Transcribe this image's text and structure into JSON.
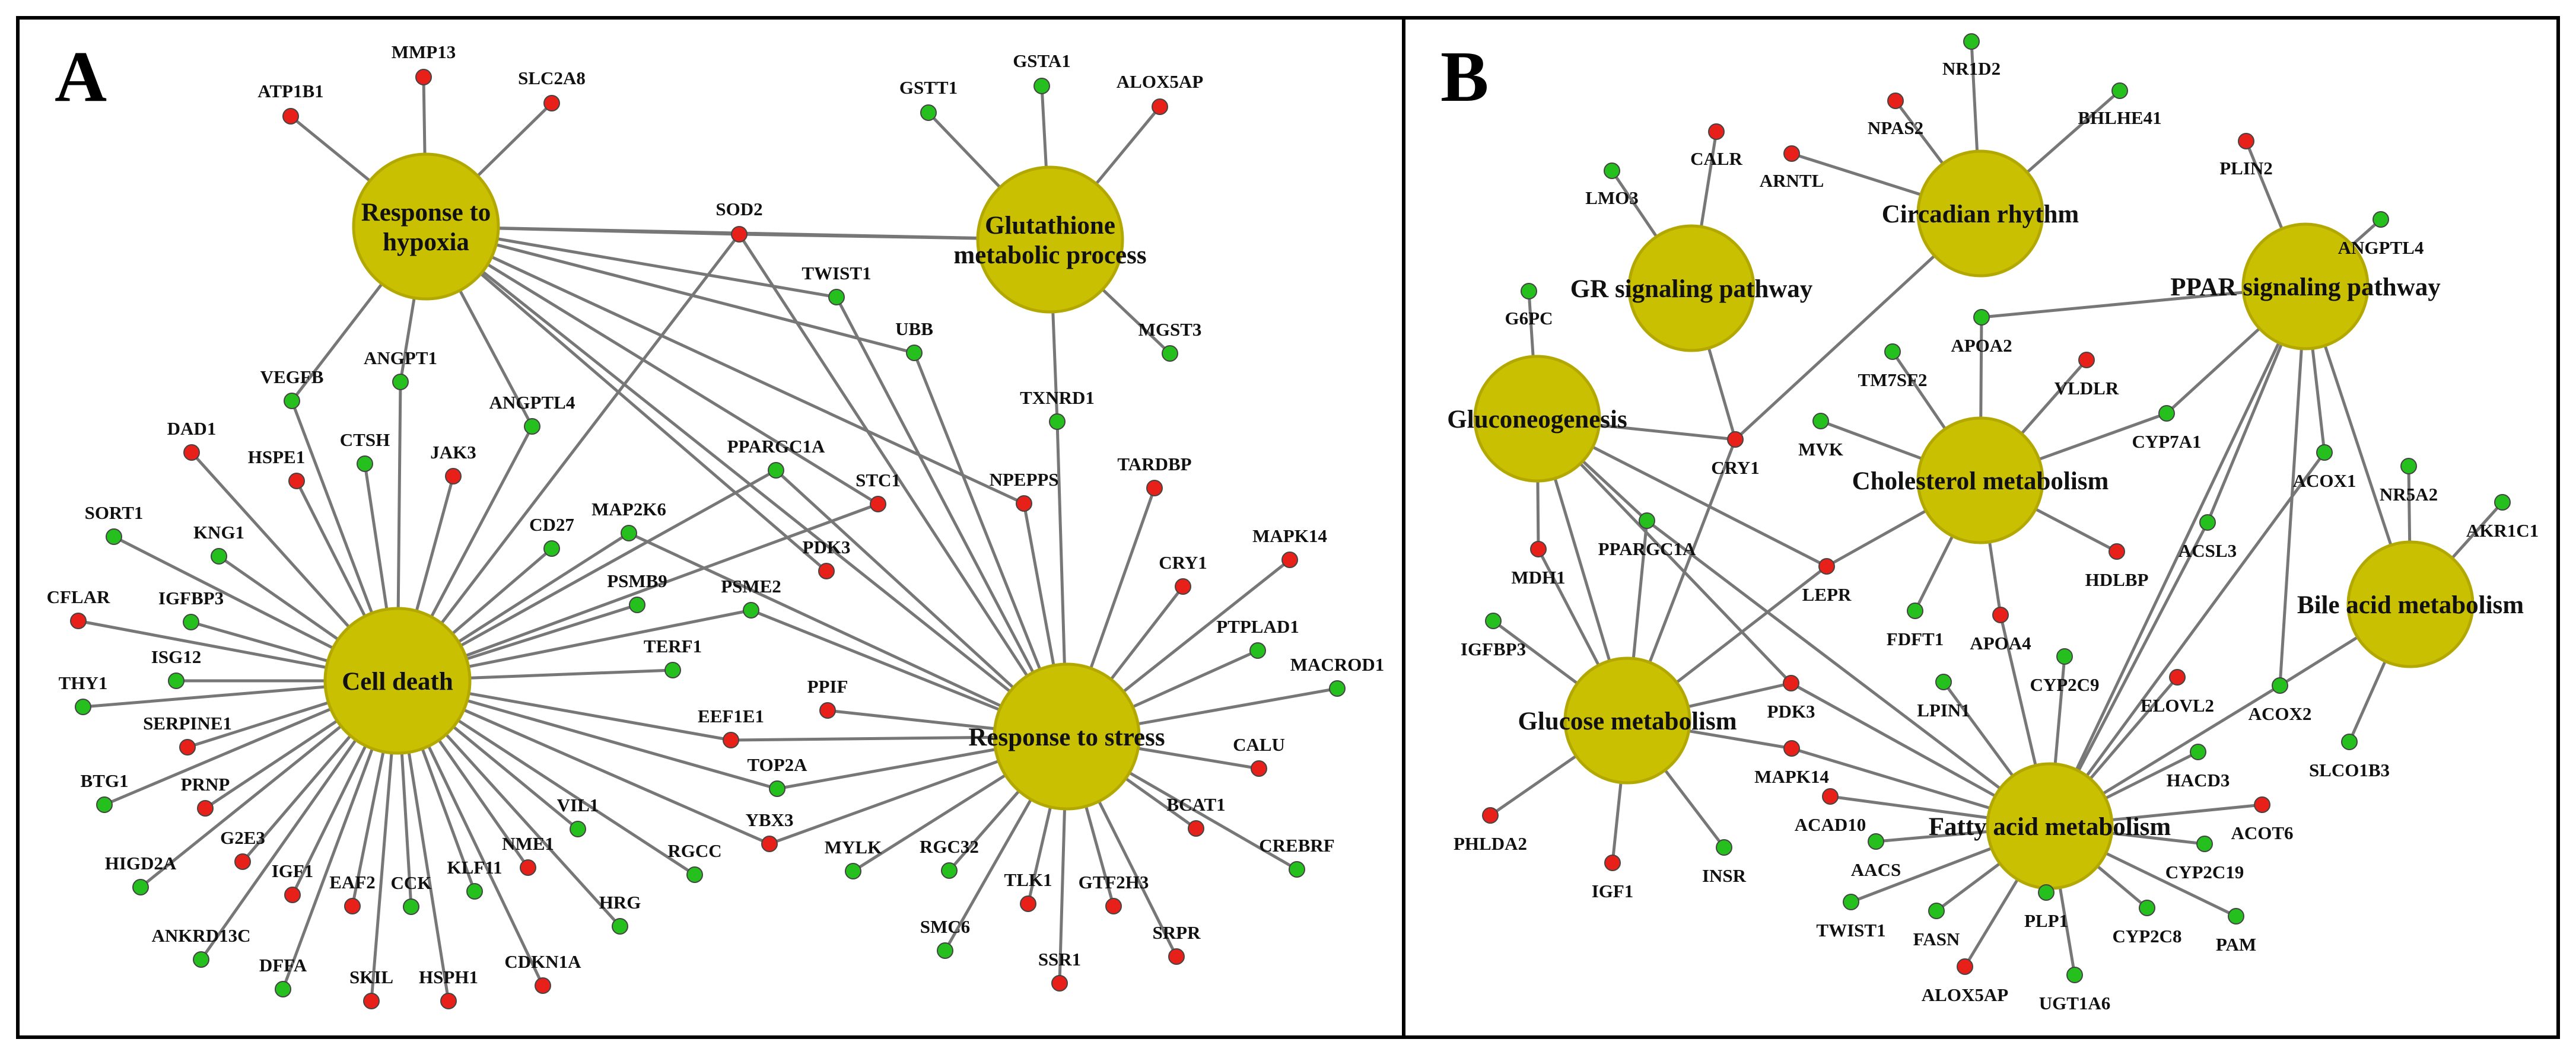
{
  "colors": {
    "hub_fill": "#c8c000",
    "up": "#e8201a",
    "down": "#25c01e"
  },
  "panels": [
    {
      "letter": "A",
      "hubs": [
        {
          "id": "hypoxia",
          "lines": [
            "Response to",
            "hypoxia"
          ]
        },
        {
          "id": "glut",
          "lines": [
            "Glutathione",
            "metabolic process"
          ]
        },
        {
          "id": "death",
          "lines": [
            "Cell death"
          ]
        },
        {
          "id": "stress",
          "lines": [
            "Response to stress"
          ]
        }
      ],
      "genes": [
        {
          "name": "MMP13",
          "reg": "up"
        },
        {
          "name": "ATP1B1",
          "reg": "up"
        },
        {
          "name": "SLC2A8",
          "reg": "up"
        },
        {
          "name": "GSTT1",
          "reg": "down"
        },
        {
          "name": "GSTA1",
          "reg": "down"
        },
        {
          "name": "ALOX5AP",
          "reg": "up"
        },
        {
          "name": "MGST3",
          "reg": "down"
        },
        {
          "name": "SOD2",
          "reg": "up"
        },
        {
          "name": "TWIST1",
          "reg": "down"
        },
        {
          "name": "UBB",
          "reg": "down"
        },
        {
          "name": "TXNRD1",
          "reg": "down"
        },
        {
          "name": "ANGPT1",
          "reg": "down"
        },
        {
          "name": "VEGFB",
          "reg": "down"
        },
        {
          "name": "ANGPTL4",
          "reg": "down"
        },
        {
          "name": "DAD1",
          "reg": "up"
        },
        {
          "name": "CTSH",
          "reg": "down"
        },
        {
          "name": "JAK3",
          "reg": "up"
        },
        {
          "name": "HSPE1",
          "reg": "up"
        },
        {
          "name": "PPARGC1A",
          "reg": "down"
        },
        {
          "name": "TARDBP",
          "reg": "up"
        },
        {
          "name": "NPEPPS",
          "reg": "up"
        },
        {
          "name": "STC1",
          "reg": "up"
        },
        {
          "name": "MAPK14",
          "reg": "up"
        },
        {
          "name": "SORT1",
          "reg": "down"
        },
        {
          "name": "KNG1",
          "reg": "down"
        },
        {
          "name": "CD27",
          "reg": "down"
        },
        {
          "name": "MAP2K6",
          "reg": "down"
        },
        {
          "name": "PDK3",
          "reg": "up"
        },
        {
          "name": "CRY1",
          "reg": "up"
        },
        {
          "name": "CFLAR",
          "reg": "up"
        },
        {
          "name": "IGFBP3",
          "reg": "down"
        },
        {
          "name": "PSMB9",
          "reg": "down"
        },
        {
          "name": "PSME2",
          "reg": "down"
        },
        {
          "name": "PTPLAD1",
          "reg": "down"
        },
        {
          "name": "ISG12",
          "reg": "down"
        },
        {
          "name": "THY1",
          "reg": "down"
        },
        {
          "name": "TERF1",
          "reg": "down"
        },
        {
          "name": "MACROD1",
          "reg": "down"
        },
        {
          "name": "SERPINE1",
          "reg": "up"
        },
        {
          "name": "PPIF",
          "reg": "up"
        },
        {
          "name": "EEF1E1",
          "reg": "up"
        },
        {
          "name": "CALU",
          "reg": "up"
        },
        {
          "name": "BTG1",
          "reg": "down"
        },
        {
          "name": "PRNP",
          "reg": "up"
        },
        {
          "name": "TOP2A",
          "reg": "down"
        },
        {
          "name": "G2E3",
          "reg": "up"
        },
        {
          "name": "VIL1",
          "reg": "down"
        },
        {
          "name": "YBX3",
          "reg": "up"
        },
        {
          "name": "BCAT1",
          "reg": "up"
        },
        {
          "name": "CREBRF",
          "reg": "down"
        },
        {
          "name": "HIGD2A",
          "reg": "down"
        },
        {
          "name": "IGF1",
          "reg": "up"
        },
        {
          "name": "NME1",
          "reg": "up"
        },
        {
          "name": "RGCC",
          "reg": "down"
        },
        {
          "name": "EAF2",
          "reg": "up"
        },
        {
          "name": "CCK",
          "reg": "down"
        },
        {
          "name": "KLF11",
          "reg": "down"
        },
        {
          "name": "MYLK",
          "reg": "down"
        },
        {
          "name": "RGC32",
          "reg": "down"
        },
        {
          "name": "TLK1",
          "reg": "up"
        },
        {
          "name": "GTF2H3",
          "reg": "up"
        },
        {
          "name": "ANKRD13C",
          "reg": "down"
        },
        {
          "name": "HRG",
          "reg": "down"
        },
        {
          "name": "SRPR",
          "reg": "up"
        },
        {
          "name": "DFFA",
          "reg": "down"
        },
        {
          "name": "SKIL",
          "reg": "up"
        },
        {
          "name": "HSPH1",
          "reg": "up"
        },
        {
          "name": "CDKN1A",
          "reg": "up"
        },
        {
          "name": "SMC6",
          "reg": "down"
        },
        {
          "name": "SSR1",
          "reg": "up"
        }
      ]
    },
    {
      "letter": "B",
      "hubs": [
        {
          "id": "circ",
          "lines": [
            "Circadian rhythm"
          ]
        },
        {
          "id": "gr",
          "lines": [
            "GR signaling pathway"
          ]
        },
        {
          "id": "ppar",
          "lines": [
            "PPAR signaling pathway"
          ]
        },
        {
          "id": "gng",
          "lines": [
            "Gluconeogenesis"
          ]
        },
        {
          "id": "chol",
          "lines": [
            "Cholesterol metabolism"
          ]
        },
        {
          "id": "bile",
          "lines": [
            "Bile acid metabolism"
          ]
        },
        {
          "id": "gluc",
          "lines": [
            "Glucose metabolism"
          ]
        },
        {
          "id": "fatty",
          "lines": [
            "Fatty acid metabolism"
          ]
        }
      ],
      "genes": [
        {
          "name": "NR1D2",
          "reg": "down"
        },
        {
          "name": "NPAS2",
          "reg": "up"
        },
        {
          "name": "BHLHE41",
          "reg": "down"
        },
        {
          "name": "CALR",
          "reg": "up"
        },
        {
          "name": "ARNTL",
          "reg": "up"
        },
        {
          "name": "PLIN2",
          "reg": "up"
        },
        {
          "name": "LMO3",
          "reg": "down"
        },
        {
          "name": "ANGPTL4",
          "reg": "down"
        },
        {
          "name": "G6PC",
          "reg": "down"
        },
        {
          "name": "APOA2",
          "reg": "down"
        },
        {
          "name": "TM7SF2",
          "reg": "down"
        },
        {
          "name": "VLDLR",
          "reg": "up"
        },
        {
          "name": "MVK",
          "reg": "down"
        },
        {
          "name": "CRY1",
          "reg": "up"
        },
        {
          "name": "CYP7A1",
          "reg": "down"
        },
        {
          "name": "ACOX1",
          "reg": "down"
        },
        {
          "name": "NR5A2",
          "reg": "down"
        },
        {
          "name": "AKR1C1",
          "reg": "down"
        },
        {
          "name": "PPARGC1A",
          "reg": "down"
        },
        {
          "name": "MDH1",
          "reg": "up"
        },
        {
          "name": "LEPR",
          "reg": "up"
        },
        {
          "name": "HDLBP",
          "reg": "up"
        },
        {
          "name": "ACSL3",
          "reg": "down"
        },
        {
          "name": "FDFT1",
          "reg": "down"
        },
        {
          "name": "APOA4",
          "reg": "up"
        },
        {
          "name": "IGFBP3",
          "reg": "down"
        },
        {
          "name": "CYP2C9",
          "reg": "down"
        },
        {
          "name": "LPIN1",
          "reg": "down"
        },
        {
          "name": "ELOVL2",
          "reg": "up"
        },
        {
          "name": "PDK3",
          "reg": "up"
        },
        {
          "name": "ACOX2",
          "reg": "down"
        },
        {
          "name": "SLCO1B3",
          "reg": "down"
        },
        {
          "name": "HACD3",
          "reg": "down"
        },
        {
          "name": "MAPK14",
          "reg": "up"
        },
        {
          "name": "ACAD10",
          "reg": "up"
        },
        {
          "name": "ACOT6",
          "reg": "up"
        },
        {
          "name": "AACS",
          "reg": "down"
        },
        {
          "name": "CYP2C19",
          "reg": "down"
        },
        {
          "name": "PHLDA2",
          "reg": "up"
        },
        {
          "name": "IGF1",
          "reg": "up"
        },
        {
          "name": "INSR",
          "reg": "down"
        },
        {
          "name": "TWIST1",
          "reg": "down"
        },
        {
          "name": "FASN",
          "reg": "down"
        },
        {
          "name": "PLP1",
          "reg": "down"
        },
        {
          "name": "CYP2C8",
          "reg": "down"
        },
        {
          "name": "PAM",
          "reg": "down"
        },
        {
          "name": "ALOX5AP",
          "reg": "up"
        },
        {
          "name": "UGT1A6",
          "reg": "down"
        }
      ]
    }
  ],
  "edges": [
    [
      "hypoxia",
      "glut"
    ],
    [
      "hypoxia",
      "MMP13"
    ],
    [
      "hypoxia",
      "ATP1B1"
    ],
    [
      "hypoxia",
      "SLC2A8"
    ],
    [
      "hypoxia",
      "SOD2"
    ],
    [
      "hypoxia",
      "TWIST1"
    ],
    [
      "hypoxia",
      "UBB"
    ],
    [
      "hypoxia",
      "ANGPT1"
    ],
    [
      "hypoxia",
      "VEGFB"
    ],
    [
      "hypoxia",
      "ANGPTL4"
    ],
    [
      "hypoxia",
      "NPEPPS"
    ],
    [
      "hypoxia",
      "STC1"
    ],
    [
      "hypoxia",
      "PDK3"
    ],
    [
      "hypoxia",
      "stress"
    ],
    [
      "glut",
      "GSTT1"
    ],
    [
      "glut",
      "GSTA1"
    ],
    [
      "glut",
      "ALOX5AP"
    ],
    [
      "glut",
      "MGST3"
    ],
    [
      "glut",
      "SOD2"
    ],
    [
      "glut",
      "TXNRD1"
    ],
    [
      "death",
      "ANGPT1"
    ],
    [
      "death",
      "VEGFB"
    ],
    [
      "death",
      "ANGPTL4"
    ],
    [
      "death",
      "DAD1"
    ],
    [
      "death",
      "CTSH"
    ],
    [
      "death",
      "JAK3"
    ],
    [
      "death",
      "HSPE1"
    ],
    [
      "death",
      "SORT1"
    ],
    [
      "death",
      "KNG1"
    ],
    [
      "death",
      "CD27"
    ],
    [
      "death",
      "MAP2K6"
    ],
    [
      "death",
      "PPARGC1A"
    ],
    [
      "death",
      "CFLAR"
    ],
    [
      "death",
      "IGFBP3"
    ],
    [
      "death",
      "PSMB9"
    ],
    [
      "death",
      "PSME2"
    ],
    [
      "death",
      "ISG12"
    ],
    [
      "death",
      "THY1"
    ],
    [
      "death",
      "TERF1"
    ],
    [
      "death",
      "SERPINE1"
    ],
    [
      "death",
      "EEF1E1"
    ],
    [
      "death",
      "BTG1"
    ],
    [
      "death",
      "PRNP"
    ],
    [
      "death",
      "TOP2A"
    ],
    [
      "death",
      "G2E3"
    ],
    [
      "death",
      "VIL1"
    ],
    [
      "death",
      "YBX3"
    ],
    [
      "death",
      "HIGD2A"
    ],
    [
      "death",
      "IGF1"
    ],
    [
      "death",
      "NME1"
    ],
    [
      "death",
      "RGCC"
    ],
    [
      "death",
      "EAF2"
    ],
    [
      "death",
      "CCK"
    ],
    [
      "death",
      "KLF11"
    ],
    [
      "death",
      "ANKRD13C"
    ],
    [
      "death",
      "HRG"
    ],
    [
      "death",
      "DFFA"
    ],
    [
      "death",
      "SKIL"
    ],
    [
      "death",
      "HSPH1"
    ],
    [
      "death",
      "CDKN1A"
    ],
    [
      "death",
      "SOD2"
    ],
    [
      "death",
      "STC1"
    ],
    [
      "stress",
      "SOD2"
    ],
    [
      "stress",
      "UBB"
    ],
    [
      "stress",
      "TWIST1"
    ],
    [
      "stress",
      "TXNRD1"
    ],
    [
      "stress",
      "NPEPPS"
    ],
    [
      "stress",
      "TARDBP"
    ],
    [
      "stress",
      "CRY1"
    ],
    [
      "stress",
      "MAPK14"
    ],
    [
      "stress",
      "PTPLAD1"
    ],
    [
      "stress",
      "MACROD1"
    ],
    [
      "stress",
      "CALU"
    ],
    [
      "stress",
      "CREBRF"
    ],
    [
      "stress",
      "BCAT1"
    ],
    [
      "stress",
      "SRPR"
    ],
    [
      "stress",
      "GTF2H3"
    ],
    [
      "stress",
      "SSR1"
    ],
    [
      "stress",
      "TLK1"
    ],
    [
      "stress",
      "SMC6"
    ],
    [
      "stress",
      "RGC32"
    ],
    [
      "stress",
      "MYLK"
    ],
    [
      "stress",
      "YBX3"
    ],
    [
      "stress",
      "TOP2A"
    ],
    [
      "stress",
      "EEF1E1"
    ],
    [
      "stress",
      "PPIF"
    ],
    [
      "stress",
      "PPARGC1A"
    ],
    [
      "stress",
      "MAP2K6"
    ],
    [
      "stress",
      "PSME2"
    ],
    [
      "circ",
      "NR1D2"
    ],
    [
      "circ",
      "NPAS2"
    ],
    [
      "circ",
      "BHLHE41"
    ],
    [
      "circ",
      "ARNTL"
    ],
    [
      "circ",
      "CRY1"
    ],
    [
      "gr",
      "CALR"
    ],
    [
      "gr",
      "LMO3"
    ],
    [
      "gr",
      "CRY1"
    ],
    [
      "ppar",
      "PLIN2"
    ],
    [
      "ppar",
      "ANGPTL4"
    ],
    [
      "ppar",
      "APOA2"
    ],
    [
      "ppar",
      "CYP7A1"
    ],
    [
      "ppar",
      "ACOX1"
    ],
    [
      "ppar",
      "ACSL3"
    ],
    [
      "ppar",
      "ACOX2"
    ],
    [
      "ppar",
      "fatty"
    ],
    [
      "ppar",
      "bile"
    ],
    [
      "gng",
      "G6PC"
    ],
    [
      "gng",
      "CRY1"
    ],
    [
      "gng",
      "MDH1"
    ],
    [
      "gng",
      "PPARGC1A"
    ],
    [
      "gng",
      "LEPR"
    ],
    [
      "gng",
      "PDK3"
    ],
    [
      "gng",
      "gluc"
    ],
    [
      "chol",
      "APOA2"
    ],
    [
      "chol",
      "TM7SF2"
    ],
    [
      "chol",
      "VLDLR"
    ],
    [
      "chol",
      "MVK"
    ],
    [
      "chol",
      "CYP7A1"
    ],
    [
      "chol",
      "HDLBP"
    ],
    [
      "chol",
      "FDFT1"
    ],
    [
      "chol",
      "APOA4"
    ],
    [
      "chol",
      "LEPR"
    ],
    [
      "bile",
      "NR5A2"
    ],
    [
      "bile",
      "AKR1C1"
    ],
    [
      "bile",
      "SLCO1B3"
    ],
    [
      "bile",
      "ACOX2"
    ],
    [
      "gluc",
      "PPARGC1A"
    ],
    [
      "gluc",
      "MDH1"
    ],
    [
      "gluc",
      "IGFBP3"
    ],
    [
      "gluc",
      "PDK3"
    ],
    [
      "gluc",
      "MAPK14"
    ],
    [
      "gluc",
      "PHLDA2"
    ],
    [
      "gluc",
      "IGF1"
    ],
    [
      "gluc",
      "INSR"
    ],
    [
      "gluc",
      "LEPR"
    ],
    [
      "gluc",
      "CRY1"
    ],
    [
      "fatty",
      "APOA4"
    ],
    [
      "fatty",
      "CYP2C9"
    ],
    [
      "fatty",
      "LPIN1"
    ],
    [
      "fatty",
      "ELOVL2"
    ],
    [
      "fatty",
      "ACOX2"
    ],
    [
      "fatty",
      "HACD3"
    ],
    [
      "fatty",
      "ACSL3"
    ],
    [
      "fatty",
      "ACOX1"
    ],
    [
      "fatty",
      "ACOT6"
    ],
    [
      "fatty",
      "CYP2C19"
    ],
    [
      "fatty",
      "PAM"
    ],
    [
      "fatty",
      "CYP2C8"
    ],
    [
      "fatty",
      "UGT1A6"
    ],
    [
      "fatty",
      "PLP1"
    ],
    [
      "fatty",
      "ALOX5AP"
    ],
    [
      "fatty",
      "FASN"
    ],
    [
      "fatty",
      "TWIST1"
    ],
    [
      "fatty",
      "AACS"
    ],
    [
      "fatty",
      "ACAD10"
    ],
    [
      "fatty",
      "MAPK14"
    ],
    [
      "fatty",
      "PDK3"
    ],
    [
      "fatty",
      "PPARGC1A"
    ]
  ]
}
